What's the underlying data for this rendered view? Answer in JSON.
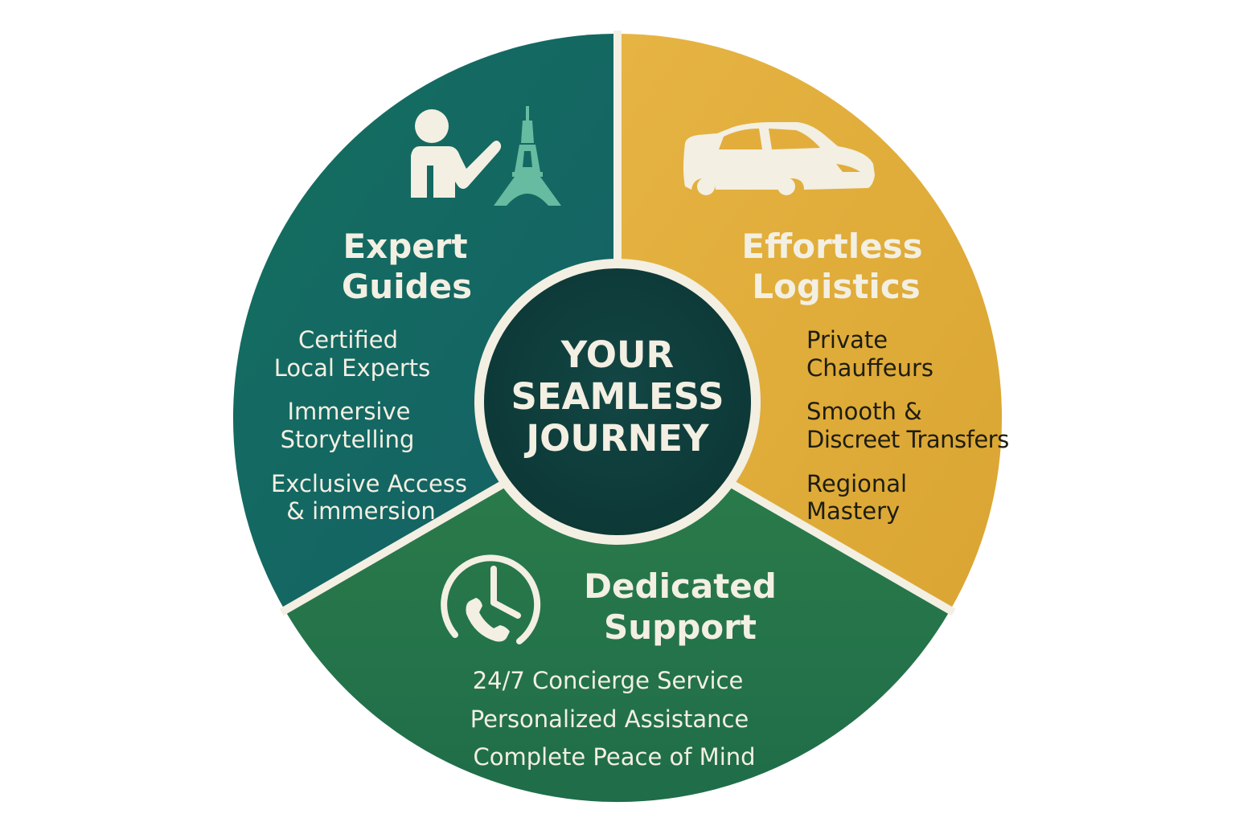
{
  "center": {
    "lines": [
      "YOUR",
      "SEAMLESS",
      "JOURNEY"
    ]
  },
  "segments": [
    {
      "key": "guides",
      "title_lines": [
        "Expert",
        "Guides"
      ],
      "items": [
        [
          "Certified",
          "Local Experts"
        ],
        [
          "Immersive",
          "Storytelling"
        ],
        [
          "Exclusive Access",
          "& immersion"
        ]
      ],
      "color": "#137066",
      "icons": [
        "guide-person-icon",
        "eiffel-tower-icon"
      ]
    },
    {
      "key": "logistics",
      "title_lines": [
        "Effortless",
        "Logistics"
      ],
      "items": [
        [
          "Private",
          "Chauffeurs"
        ],
        [
          "Smooth &",
          "Discreet Transfers"
        ],
        [
          "Regional",
          "Mastery"
        ]
      ],
      "color": "#e3ad3c",
      "icons": [
        "car-icon"
      ]
    },
    {
      "key": "support",
      "title_lines": [
        "Dedicated",
        "Support"
      ],
      "items": [
        "24/7 Concierge Service",
        "Personalized Assistance",
        "Complete Peace of Mind"
      ],
      "color": "#2a7a4c",
      "icons": [
        "phone-clock-icon"
      ]
    }
  ],
  "colors": {
    "center": "#0f3e3c",
    "divider": "#f3efe2",
    "text_light": "#f3efe2",
    "text_dark": "#1d1d12"
  }
}
